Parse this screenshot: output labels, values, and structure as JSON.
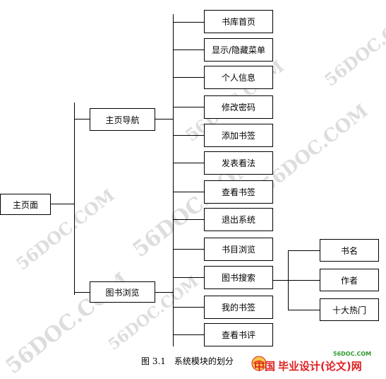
{
  "root": {
    "label": "主页面"
  },
  "nav": {
    "label": "主页导航"
  },
  "browse": {
    "label": "图书浏览"
  },
  "nav_items": [
    "书库首页",
    "显示/隐藏菜单",
    "个人信息",
    "修改密码",
    "添加书签",
    "发表看法",
    "查看书签",
    "退出系统"
  ],
  "browse_items": [
    "书目浏览",
    "图书搜索",
    "我的书签",
    "查看书评"
  ],
  "search_items": [
    "书名",
    "作者",
    "十大热门"
  ],
  "caption": {
    "number": "图 3.1",
    "text": "系统模块的划分"
  },
  "watermark": "56DOC.COM",
  "brand": {
    "url": "56DOC.COM",
    "cn": "中国",
    "main": "毕业设计(论文)网"
  }
}
